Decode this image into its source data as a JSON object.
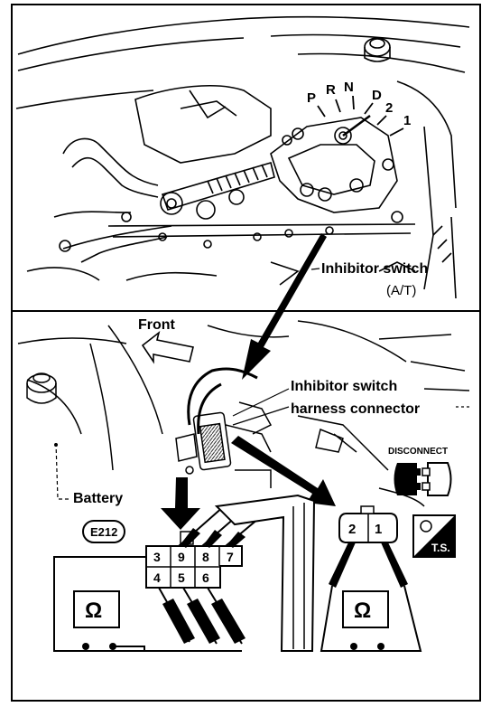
{
  "engine_view": {
    "gear_positions": [
      "P",
      "R",
      "N",
      "D",
      "2",
      "1"
    ],
    "switch_label": "Inhibitor switch",
    "switch_sublabel": "(A/T)"
  },
  "connector_view": {
    "front_label": "Front",
    "harness_label_line1": "Inhibitor switch",
    "harness_label_line2": "harness connector",
    "battery_label": "Battery",
    "disconnect_label": "DISCONNECT",
    "connector_id": "E212",
    "terminal_grid_top": [
      "3",
      "9",
      "8",
      "7"
    ],
    "terminal_grid_bottom": [
      "4",
      "5",
      "6"
    ],
    "small_connector_terminals": [
      "2",
      "1"
    ],
    "ohm_symbol": "Ω",
    "ts_label": "T.S."
  },
  "colors": {
    "ink": "#000000",
    "paper": "#ffffff"
  }
}
